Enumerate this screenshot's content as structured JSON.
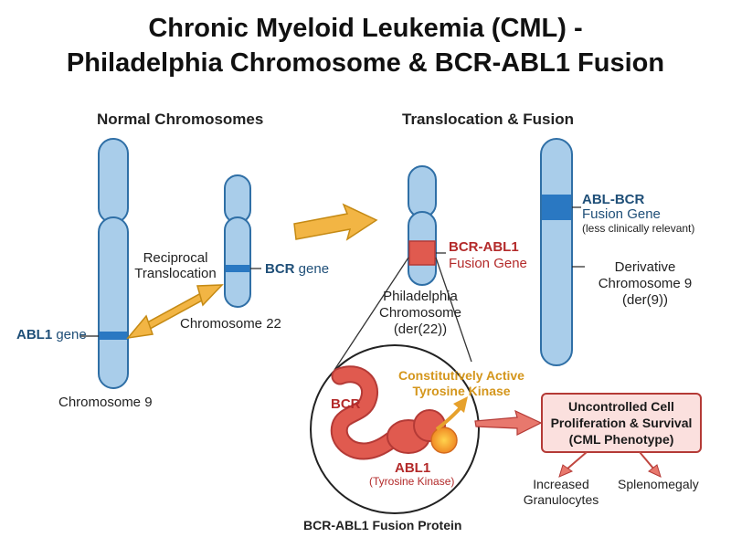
{
  "title": {
    "line1": "Chronic Myeloid Leukemia (CML) -",
    "line2": "Philadelphia Chromosome & BCR-ABL1 Fusion"
  },
  "sections": {
    "normal": "Normal Chromosomes",
    "translocation": "Translocation & Fusion"
  },
  "normal": {
    "abl1_bold": "ABL1",
    "abl1_rest": " gene",
    "chr9": "Chromosome 9",
    "bcr_bold": "BCR",
    "bcr_rest": " gene",
    "chr22": "Chromosome 22",
    "reciprocal_line1": "Reciprocal",
    "reciprocal_line2": "Translocation"
  },
  "fusion": {
    "bcr_abl1": "BCR-ABL1",
    "fusion_gene": "Fusion Gene",
    "ph_line1": "Philadelphia",
    "ph_line2": "Chromosome",
    "ph_line3": "(der(22))",
    "abl_bcr": "ABL-BCR",
    "abl_bcr_fusion": "Fusion Gene",
    "abl_bcr_note": "(less clinically relevant)",
    "der9_line1": "Derivative",
    "der9_line2": "Chromosome 9",
    "der9_line3": "(der(9))"
  },
  "protein": {
    "bcr": "BCR",
    "abl1": "ABL1",
    "kinase_note": "(Tyrosine Kinase)",
    "active_line1": "Constitutively Active",
    "active_line2": "Tyrosine Kinase",
    "caption": "BCR-ABL1 Fusion Protein"
  },
  "outcome": {
    "box_line1": "Uncontrolled Cell",
    "box_line2": "Proliferation & Survival",
    "box_line3": "(CML Phenotype)",
    "effect1_line1": "Increased",
    "effect1_line2": "Granulocytes",
    "effect2": "Splenomegaly"
  },
  "colors": {
    "chromosome_fill": "#a9cdea",
    "chromosome_stroke": "#2f6fa6",
    "band": "#2a78c2",
    "fusion_red": "#e05a4f",
    "arrow_gold": "#f2b544",
    "box_fill": "#fbe0de",
    "box_stroke": "#b43a36"
  }
}
